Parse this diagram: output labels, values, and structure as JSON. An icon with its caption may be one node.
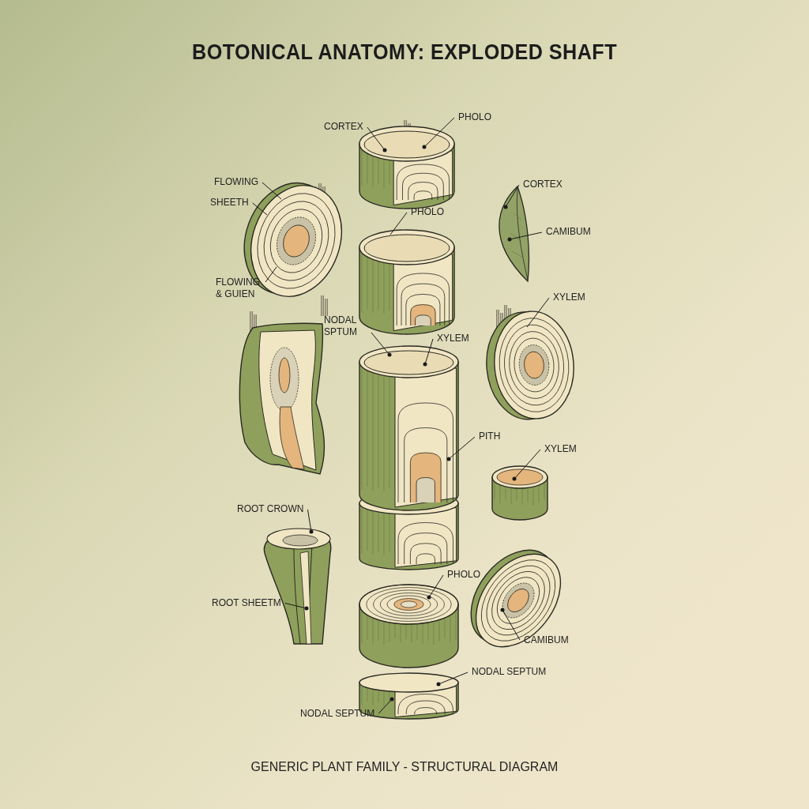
{
  "diagram": {
    "title": "BOTONICAL ANATOMY: EXPLODED SHAFT",
    "caption": "GENERIC PLANT FAMILY - STRUCTURAL DIAGRAM",
    "nodes": [
      {
        "text": [
          "CORTEX"
        ]
      },
      {
        "text": [
          "PHOLO"
        ]
      },
      {
        "text": [],
        "shape": "picture"
      },
      {
        "text": [
          "FLOWING"
        ]
      },
      {
        "text": [
          "SHEETH"
        ]
      },
      {
        "text": [],
        "shape": "picture"
      },
      {
        "text": [
          "CORTEX"
        ]
      },
      {
        "text": [],
        "shape": "picture"
      },
      {
        "text": [
          "PHOLO"
        ]
      },
      {
        "text": [
          "CAMIBUM"
        ]
      },
      {
        "text": [],
        "shape": "picture"
      },
      {
        "text": [
          "FLOWING & GUIEN"
        ]
      },
      {
        "text": [
          "XYLEM"
        ]
      },
      {
        "text": [],
        "shape": "picture"
      },
      {
        "text": [
          "NODAL SPTUM"
        ]
      },
      {
        "text": [
          "XYLEM"
        ]
      },
      {
        "text": [],
        "shape": "picture"
      },
      {
        "text": [
          "PITH"
        ]
      },
      {
        "text": [
          "XYLEM"
        ]
      },
      {
        "text": [],
        "shape": "picture"
      },
      {
        "text": [
          "ROOT CROWN"
        ]
      },
      {
        "text": [],
        "shape": "picture"
      },
      {
        "text": [
          "PHOLO"
        ]
      },
      {
        "text": [],
        "shape": "picture"
      },
      {
        "text": [
          "ROOT SHEETM"
        ]
      },
      {
        "text": [],
        "shape": "picture"
      },
      {
        "text": [
          "CAMIBUM"
        ]
      },
      {
        "text": [
          "NODAL SEPTUM"
        ]
      },
      {
        "text": [],
        "shape": "picture"
      },
      {
        "text": [
          "NODAL SEPTUM"
        ]
      }
    ],
    "edges": [
      {
        "from": 0,
        "to": 2,
        "arrow": "other"
      },
      {
        "from": 1,
        "to": 2,
        "arrow": "other"
      },
      {
        "from": 3,
        "to": 5,
        "arrow": "none"
      },
      {
        "from": 4,
        "to": 5,
        "arrow": "none"
      },
      {
        "from": 11,
        "to": 5,
        "arrow": "none"
      },
      {
        "from": 8,
        "to": 10,
        "arrow": "none"
      },
      {
        "from": 6,
        "to": 7,
        "arrow": "other"
      },
      {
        "from": 9,
        "to": 7,
        "arrow": "other"
      },
      {
        "from": 12,
        "to": 13,
        "arrow": "none"
      },
      {
        "from": 14,
        "to": 16,
        "arrow": "other"
      },
      {
        "from": 15,
        "to": 16,
        "arrow": "other"
      },
      {
        "from": 17,
        "to": 16,
        "arrow": "other"
      },
      {
        "from": 18,
        "to": 19,
        "arrow": "other"
      },
      {
        "from": 20,
        "to": 21,
        "arrow": "other"
      },
      {
        "from": 24,
        "to": 21,
        "arrow": "other"
      },
      {
        "from": 22,
        "to": 25,
        "arrow": "other"
      },
      {
        "from": 26,
        "to": 23,
        "arrow": "other"
      },
      {
        "from": 27,
        "to": 28,
        "arrow": "other"
      },
      {
        "from": 29,
        "to": 28,
        "arrow": "other"
      }
    ]
  }
}
